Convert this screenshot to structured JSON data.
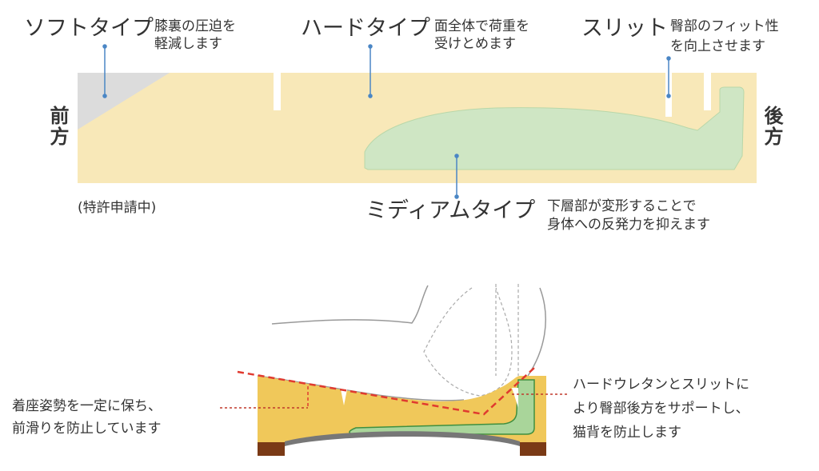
{
  "top_diagram": {
    "soft": {
      "title": "ソフトタイプ",
      "desc_1": "膝裏の圧迫を",
      "desc_2": "軽減します"
    },
    "hard": {
      "title": "ハードタイプ",
      "desc_1": "面全体で荷重を",
      "desc_2": "受けとめます"
    },
    "slit": {
      "title": "スリット",
      "desc_1": "臀部のフィット性",
      "desc_2": "を向上させます"
    },
    "medium": {
      "title": "ミディアムタイプ",
      "desc_1": "下層部が変形することで",
      "desc_2": "身体への反発力を抑えます"
    },
    "front_label": "前方",
    "rear_label": "後方",
    "patent_note": "(特許申請中)"
  },
  "bottom_diagram": {
    "left_note_1": "着座姿勢を一定に保ち、",
    "left_note_2": "前滑りを防止しています",
    "right_note_1": "ハードウレタンとスリットに",
    "right_note_2": "より臀部後方をサポートし、",
    "right_note_3": "猫背を防止します"
  },
  "colors": {
    "hard": "#f8e8b8",
    "soft": "#dcdcdc",
    "medium": "#cfe6c4",
    "leader": "#4a86c5",
    "guide": "#e03a2f",
    "cushion": "#f0c85a",
    "wood": "#7a3a16"
  }
}
